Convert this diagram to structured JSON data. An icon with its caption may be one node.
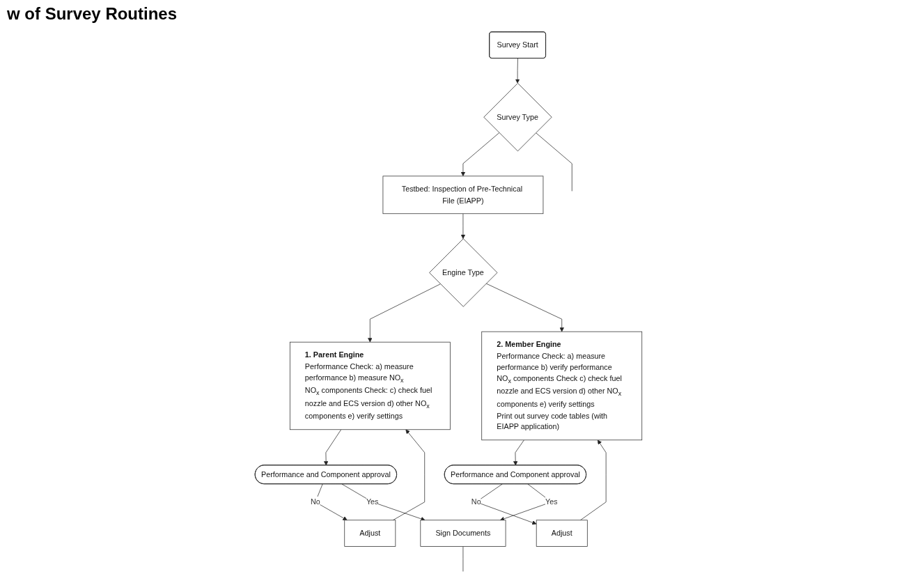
{
  "diagram": {
    "title": "w of Survey Routines",
    "nodes": [
      {
        "text": [
          "Survey Start"
        ]
      },
      {
        "text": [
          "Survey Type"
        ]
      },
      {
        "text": [
          "Testbed: Inspection of Pre-Technical File (EIAPP)"
        ]
      },
      {
        "text": [
          "Engine Type"
        ]
      },
      {
        "text": [
          "1. Parent Engine",
          "Performance Check: a) measure performance b) measure NO$_{x}$",
          "NO$_{x}$ components Check: c) check fuel nozzle and ECS version d) other NO$_{x}$ components e) verify settings"
        ]
      },
      {
        "text": [
          "2. Member Engine",
          "Performance Check: a) measure performance b) verify performance",
          "NO$_{x}$ components Check c) check fuel nozzle and ECS version d) other NO$_{x}$ components e) verify settings",
          "Print out survey code tables (with EIAPP application)"
        ]
      },
      {
        "text": [
          "Performance and Component approval"
        ]
      },
      {
        "text": [
          "Adjust"
        ]
      },
      {
        "text": [
          "Adjust"
        ]
      },
      {
        "text": [
          "Performance and Component approval"
        ]
      },
      {
        "text": [
          "Sign Documents"
        ]
      }
    ],
    "edges": [
      {
        "from": 0,
        "to": 1,
        "arrow": "to"
      },
      {
        "from": 1,
        "to": 2,
        "arrow": "to"
      },
      {
        "from": 1,
        "to": null,
        "arrow": "none"
      },
      {
        "from": 2,
        "to": 3,
        "arrow": "to"
      },
      {
        "from": 3,
        "to": 4,
        "arrow": "to"
      },
      {
        "from": 3,
        "to": 5,
        "arrow": "to"
      },
      {
        "from": 4,
        "to": 6,
        "arrow": "to"
      },
      {
        "from": 5,
        "to": 9,
        "arrow": "to"
      },
      {
        "from": 6,
        "to": 7,
        "label": "No",
        "arrow": "to"
      },
      {
        "from": 6,
        "to": 10,
        "label": "Yes",
        "arrow": "to"
      },
      {
        "from": 7,
        "to": 4,
        "arrow": "to"
      },
      {
        "from": 9,
        "to": 8,
        "label": "No",
        "arrow": "to"
      },
      {
        "from": 9,
        "to": 10,
        "label": "Yes",
        "arrow": "to"
      },
      {
        "from": 8,
        "to": 5,
        "arrow": "to"
      },
      {
        "from": 10,
        "to": null,
        "arrow": "none"
      }
    ]
  }
}
